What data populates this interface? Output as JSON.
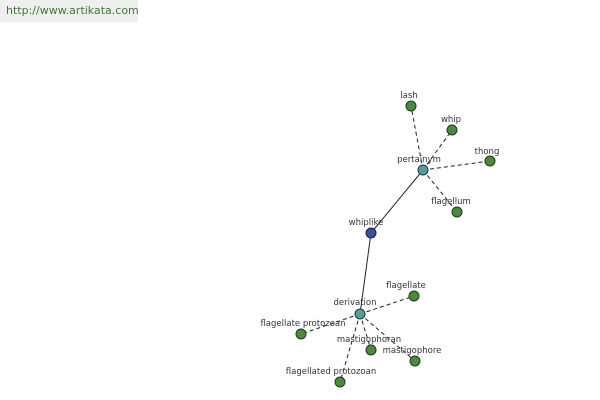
{
  "header": {
    "url": "http://www.artikata.com"
  },
  "graph": {
    "root": {
      "label": "whiplike",
      "color": "#3b4f9a"
    },
    "hubs": [
      {
        "label": "pertainym",
        "color": "#5a9a9a"
      },
      {
        "label": "derivation",
        "color": "#5a9a9a"
      }
    ],
    "leaves": [
      {
        "label": "lash",
        "hub": "pertainym",
        "color": "#4a8a3a"
      },
      {
        "label": "whip",
        "hub": "pertainym",
        "color": "#4a8a3a"
      },
      {
        "label": "thong",
        "hub": "pertainym",
        "color": "#4a8a3a"
      },
      {
        "label": "flagellum",
        "hub": "pertainym",
        "color": "#4a8a3a"
      },
      {
        "label": "flagellate",
        "hub": "derivation",
        "color": "#4a8a3a"
      },
      {
        "label": "flagellate protozoan",
        "hub": "derivation",
        "color": "#4a8a3a"
      },
      {
        "label": "mastigophoran",
        "hub": "derivation",
        "color": "#4a8a3a"
      },
      {
        "label": "mastigophore",
        "hub": "derivation",
        "color": "#4a8a3a"
      },
      {
        "label": "flagellated protozoan",
        "hub": "derivation",
        "color": "#4a8a3a"
      }
    ]
  }
}
